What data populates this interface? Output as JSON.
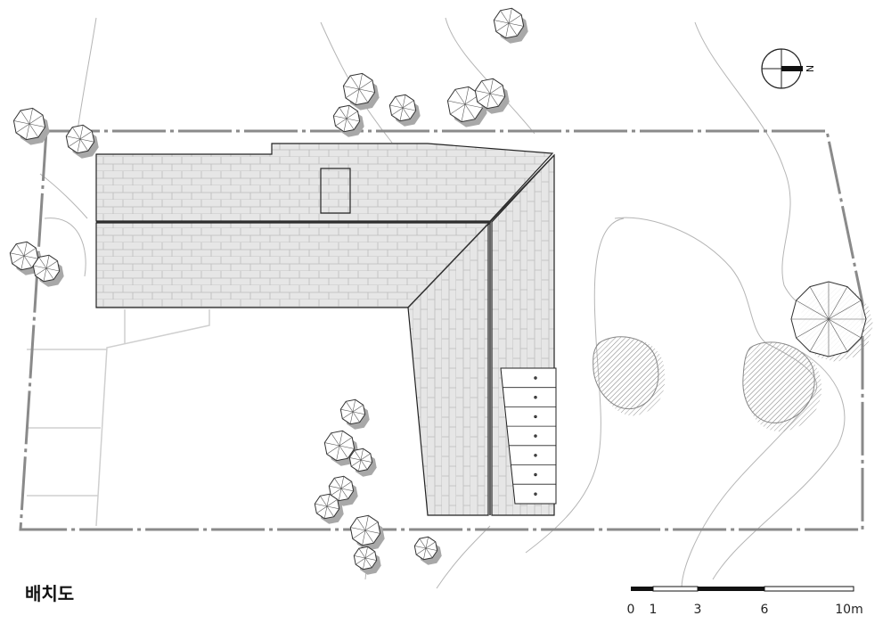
{
  "title": "배치도",
  "north_label": "N",
  "scale_bar": {
    "unit": "m",
    "ticks": [
      "0",
      "1",
      "3",
      "6",
      "10m"
    ]
  },
  "colors": {
    "roof_fill": "#e6e6e6",
    "roof_line": "#b5b5b5",
    "outline": "#222222",
    "boundary": "#8a8a8a",
    "contour": "#b0b0b0",
    "tree_line": "#333333",
    "shadow": "#9a9a9a"
  },
  "icons": {
    "north_arrow": "north-arrow-icon",
    "tree": "tree-icon"
  }
}
